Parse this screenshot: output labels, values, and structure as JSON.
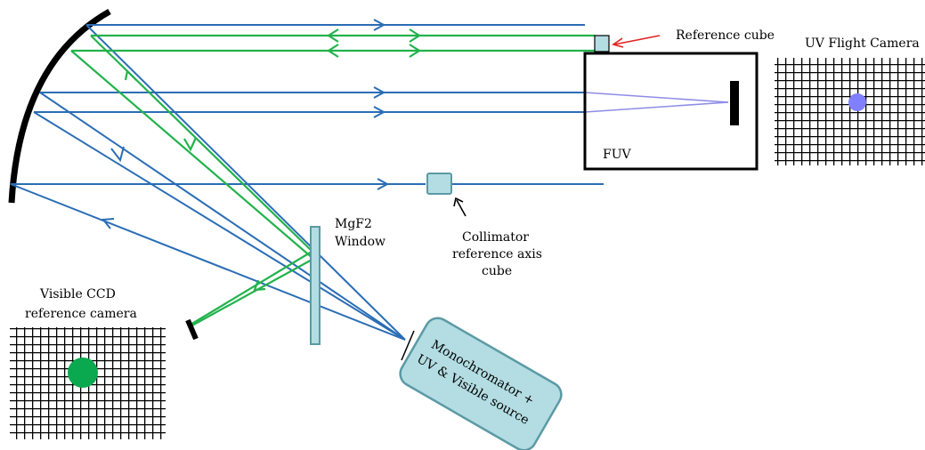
{
  "labels": {
    "reference_cube": "Reference cube",
    "uv_flight_camera": "UV Flight Camera",
    "fuv": "FUV",
    "mgf2_line1": "MgF2",
    "mgf2_line2": "Window",
    "collimator_line1": "Collimator",
    "collimator_line2": "reference axis",
    "collimator_line3": "cube",
    "visible_ccd_line1": "Visible CCD",
    "visible_ccd_line2": "reference camera",
    "monochromator_line1": "Monochromator +",
    "monochromator_line2": "UV & Visible source"
  },
  "colors": {
    "blue_ray": "#2a6db5",
    "green_ray": "#22b24c",
    "violet_ray": "#8f8ce6",
    "cube_fill": "#b3dde3",
    "cube_stroke": "#5b9aa5",
    "uv_spot": "#8080ff",
    "visible_spot": "#0aa84f",
    "red_arrow": "#e02020",
    "mirror": "#000000"
  },
  "icons": {
    "grid_camera": "grid-detector-icon",
    "arrow": "arrow-icon"
  }
}
